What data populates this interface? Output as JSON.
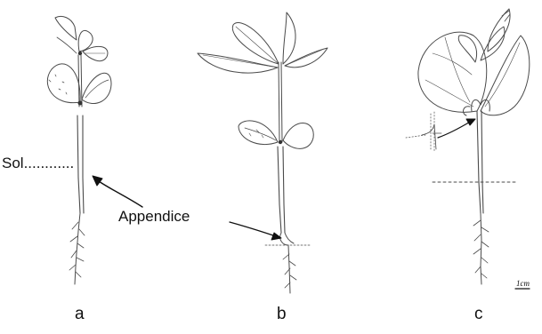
{
  "labels": {
    "soil": "Sol............",
    "appendage": "Appendice",
    "scale_bar": "1cm"
  },
  "panels": [
    {
      "letter": "a"
    },
    {
      "letter": "b"
    },
    {
      "letter": "c"
    }
  ],
  "colors": {
    "line": "#4a4a4a",
    "text": "#111111",
    "background": "#ffffff"
  }
}
